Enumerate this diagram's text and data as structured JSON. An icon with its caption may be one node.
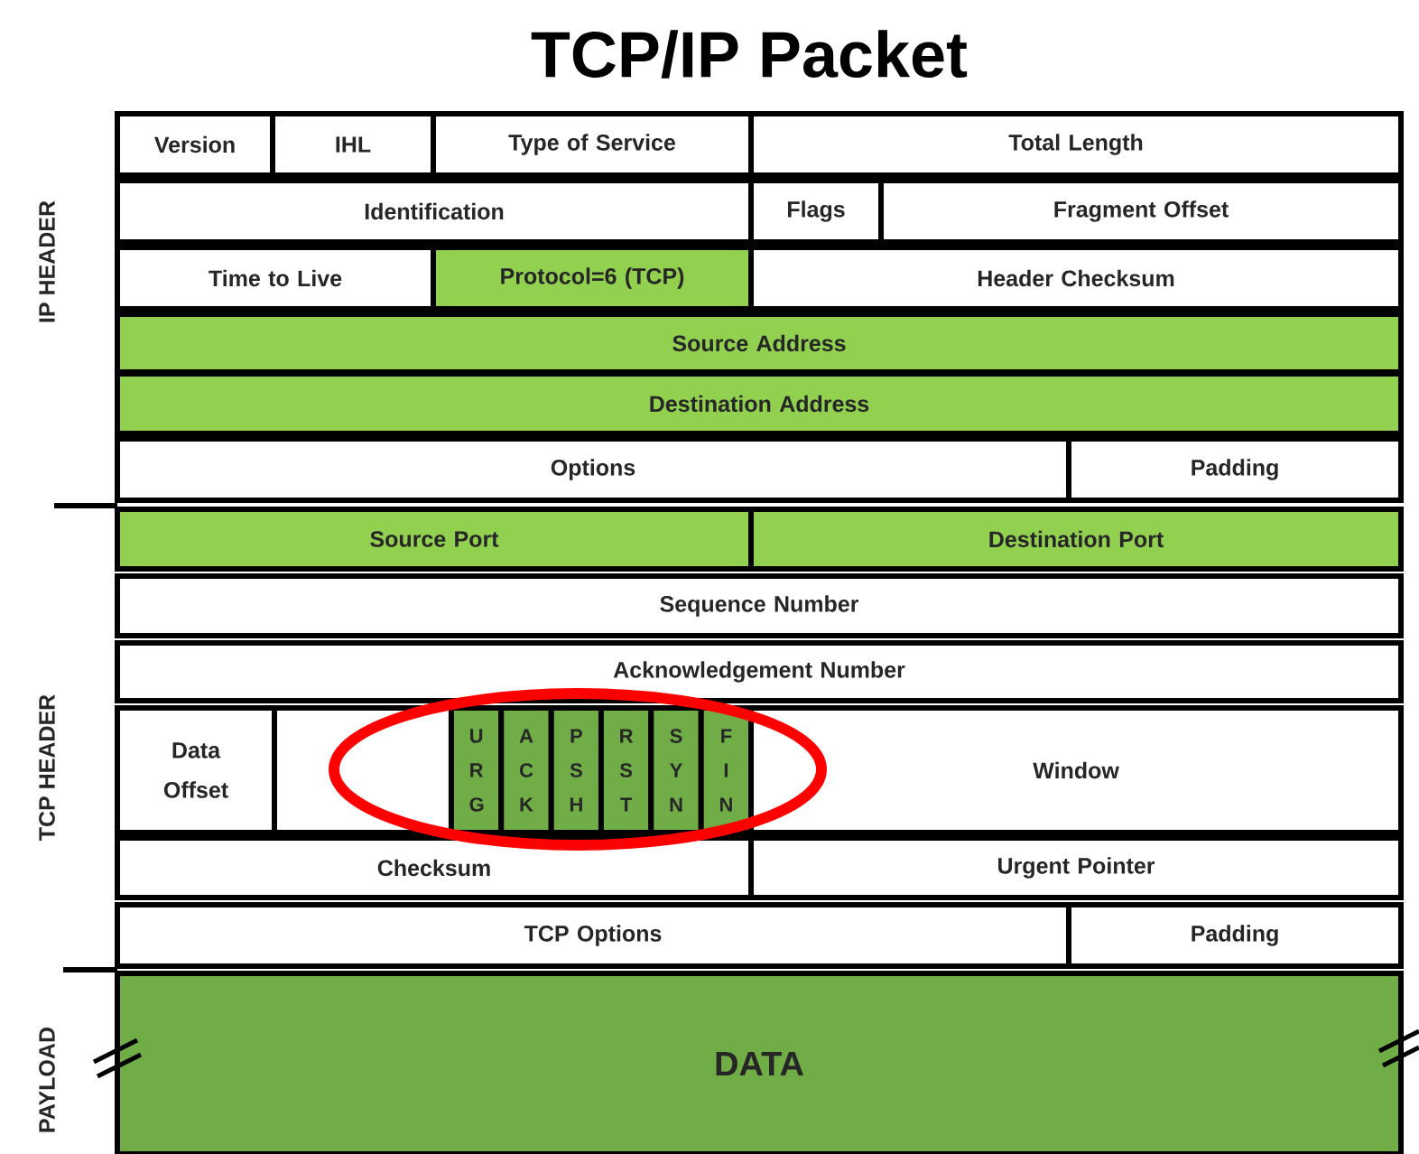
{
  "diagram": {
    "title": "TCP/IP Packet",
    "nodes": [
      {
        "text": [
          "Version"
        ]
      },
      {
        "text": [
          "IHL"
        ]
      },
      {
        "text": [
          "Type of Service"
        ]
      },
      {
        "text": [
          "Total Length"
        ]
      },
      {
        "text": [
          "Identification"
        ]
      },
      {
        "text": [
          "Flags"
        ]
      },
      {
        "text": [
          "Fragment Offset"
        ]
      },
      {
        "text": [
          "Time to Live"
        ]
      },
      {
        "text": [
          "Protocol=6 (TCP)"
        ]
      },
      {
        "text": [
          "Header Checksum"
        ]
      },
      {
        "text": [
          "Source Address"
        ]
      },
      {
        "text": [
          "Destination Address"
        ]
      },
      {
        "text": [
          "Options"
        ]
      },
      {
        "text": [
          "Padding"
        ]
      },
      {
        "text": [
          "Source Port"
        ]
      },
      {
        "text": [
          "Destination Port"
        ]
      },
      {
        "text": [
          "Sequence Number"
        ]
      },
      {
        "text": [
          "Acknowledgement Number"
        ]
      },
      {
        "text": [
          "Data Offset"
        ]
      },
      {
        "text": [],
        "shape": "box"
      },
      {
        "text": [
          "U R G"
        ]
      },
      {
        "text": [
          "A C K"
        ]
      },
      {
        "text": [
          "P S H"
        ]
      },
      {
        "text": [
          "R S T"
        ]
      },
      {
        "text": [
          "S Y N"
        ]
      },
      {
        "text": [
          "F I N"
        ]
      },
      {
        "text": [
          "Window"
        ]
      },
      {
        "text": [
          "Checksum"
        ]
      },
      {
        "text": [
          "Urgent Pointer"
        ]
      },
      {
        "text": [
          "TCP Options"
        ]
      },
      {
        "text": [
          "Padding"
        ]
      },
      {
        "text": [
          "DATA"
        ]
      }
    ],
    "labels": [
      "IP HEADER",
      "TCP HEADER",
      "PAYLOAD"
    ]
  }
}
